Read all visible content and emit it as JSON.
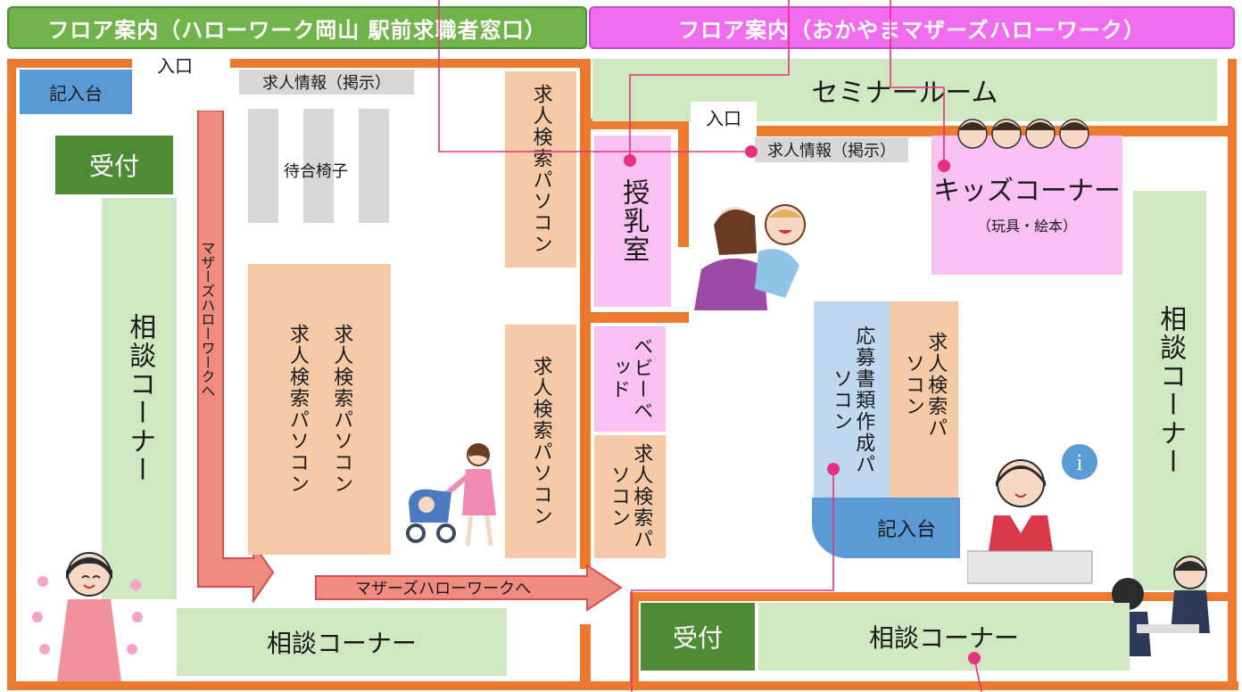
{
  "header": {
    "left_title": "フロア案内（ハローワーク岡山 駅前求職者窓口）",
    "right_title": "フロア案内（おかやまマザーズハローワーク）"
  },
  "left_floor": {
    "entrance": "入口",
    "writing_desk": "記入台",
    "job_info_board": "求人情報（掲示）",
    "waiting_chairs": "待合椅子",
    "reception": "受付",
    "consultation_vertical": "相談コーナー",
    "consultation_bottom": "相談コーナー",
    "arrow_vertical": "マザーズハローワークへ",
    "arrow_horizontal": "マザーズハローワークへ",
    "job_search_pc_1": "求人検索パソコン",
    "job_search_pc_2": "求人検索パソコン",
    "job_search_pc_top": "求人検索パソコン",
    "job_search_pc_mid": "求人検索パソコン"
  },
  "right_floor": {
    "seminar_room": "セミナールーム",
    "entrance": "入口",
    "job_info_board": "求人情報（掲示）",
    "nursing_room": "授乳室",
    "baby_bed": "ベビーベッド",
    "job_search_pc_left": "求人検索パソコン",
    "kids_corner_title": "キッズコーナー",
    "kids_corner_sub": "（玩具・絵本）",
    "application_pc": "応募書類作成パソコン",
    "job_search_pc_center": "求人検索パソコン",
    "writing_desk": "記入台",
    "consultation_right": "相談コーナー",
    "reception": "受付",
    "consultation_bottom": "相談コーナー"
  },
  "colors": {
    "wall": "#ec7a2e",
    "leader_line": "#e6317e",
    "header_left": "#6fb34a",
    "header_right": "#f06df0"
  }
}
